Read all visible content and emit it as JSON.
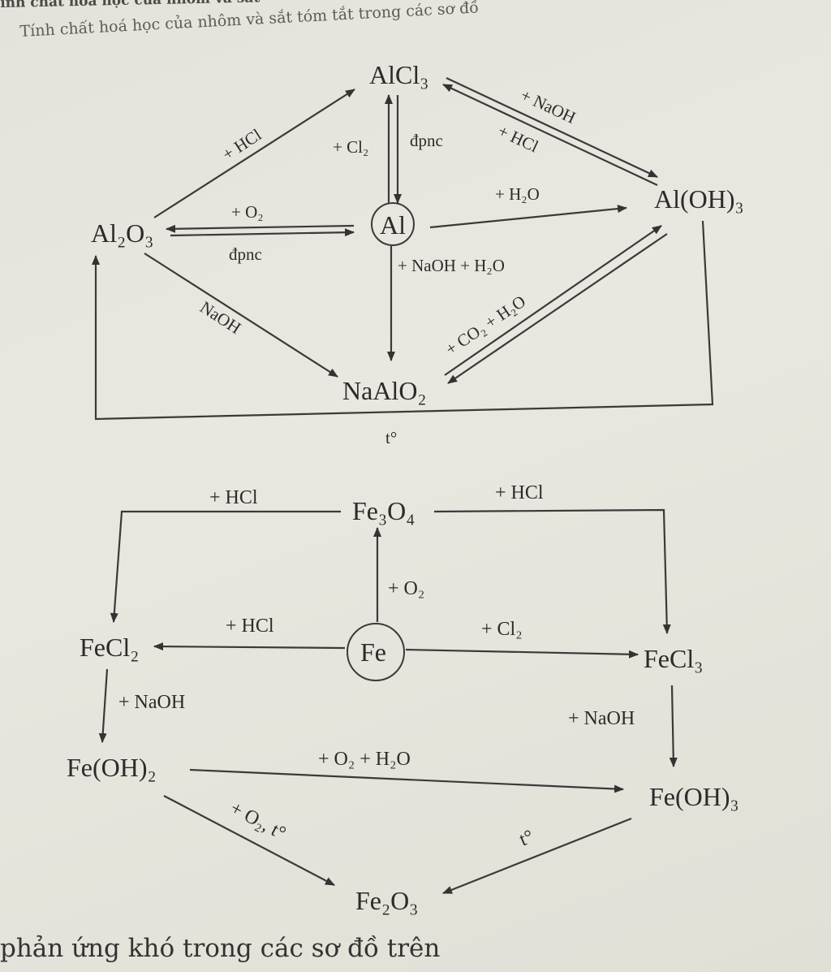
{
  "header": {
    "section_title": "ính chất hoá học của nhôm và sắt",
    "intro": "Tính chất hoá học của nhôm và sắt tóm tắt trong các sơ đồ"
  },
  "aluminium": {
    "nodes": {
      "alcl3": "AlCl₃",
      "al2o3": "Al₂O₃",
      "al": "Al",
      "aloh3": "Al(OH)₃",
      "naalo2": "NaAlO₂"
    },
    "labels": {
      "al2o3_to_alcl3": "+ HCl",
      "al_to_alcl3": "+ Cl₂",
      "alcl3_to_al": "đpnc",
      "alcl3_to_aloh3": "+ NaOH",
      "aloh3_to_alcl3": "+ HCl",
      "al_to_al2o3": "+ O₂",
      "al2o3_to_al": "đpnc",
      "al_to_aloh3": "+ H₂O",
      "al_to_naalo2": "+ NaOH + H₂O",
      "al2o3_to_naalo2": "NaOH",
      "naalo2_to_aloh3": "+ CO₂ + H₂O",
      "aloh3_to_al2o3": "t°"
    }
  },
  "iron": {
    "nodes": {
      "fe3o4": "Fe₃O₄",
      "fe": "Fe",
      "fecl2": "FeCl₂",
      "fecl3": "FeCl₃",
      "feoh2": "Fe(OH)₂",
      "feoh3": "Fe(OH)₃",
      "fe2o3": "Fe₂O₃"
    },
    "labels": {
      "fe3o4_to_fecl2": "+ HCl",
      "fe3o4_to_fecl3": "+ HCl",
      "fe_to_fe3o4": "+ O₂",
      "fe_to_fecl2": "+ HCl",
      "fe_to_fecl3": "+ Cl₂",
      "fecl2_to_feoh2": "+ NaOH",
      "fecl3_to_feoh3": "+ NaOH",
      "feoh2_to_feoh3": "+ O₂ + H₂O",
      "feoh2_to_fe2o3": "+ O₂, t°",
      "feoh3_to_fe2o3": "t°"
    }
  },
  "footer": {
    "text": "phản ứng khó trong các sơ đồ trên"
  }
}
